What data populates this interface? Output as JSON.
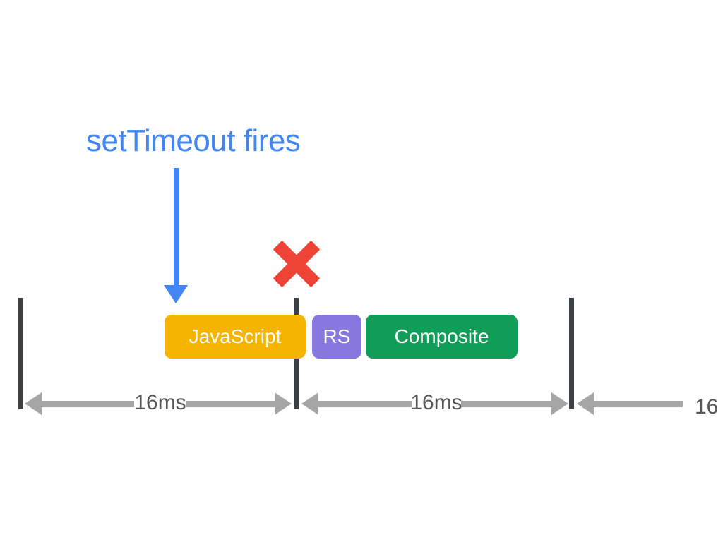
{
  "annotation": {
    "text": "setTimeout fires",
    "color": "#4285F4"
  },
  "blocks": [
    {
      "label": "JavaScript",
      "color": "#F5B400"
    },
    {
      "label": "RS",
      "color": "#8877DE"
    },
    {
      "label": "Composite",
      "color": "#0F9D58"
    }
  ],
  "intervals": [
    {
      "label": "16ms"
    },
    {
      "label": "16ms"
    },
    {
      "label": "16"
    }
  ],
  "icons": {
    "dropped_frame": "x-mark",
    "annotation_pointer": "down-arrow"
  },
  "colors": {
    "annotation_blue": "#4285F4",
    "x_mark_red": "#EE4437",
    "frame_boundary_dark": "#3C4043",
    "measure_arrow_gray": "#A6A6A6",
    "measure_label_gray": "#56575A",
    "background": "#FFFFFF"
  }
}
